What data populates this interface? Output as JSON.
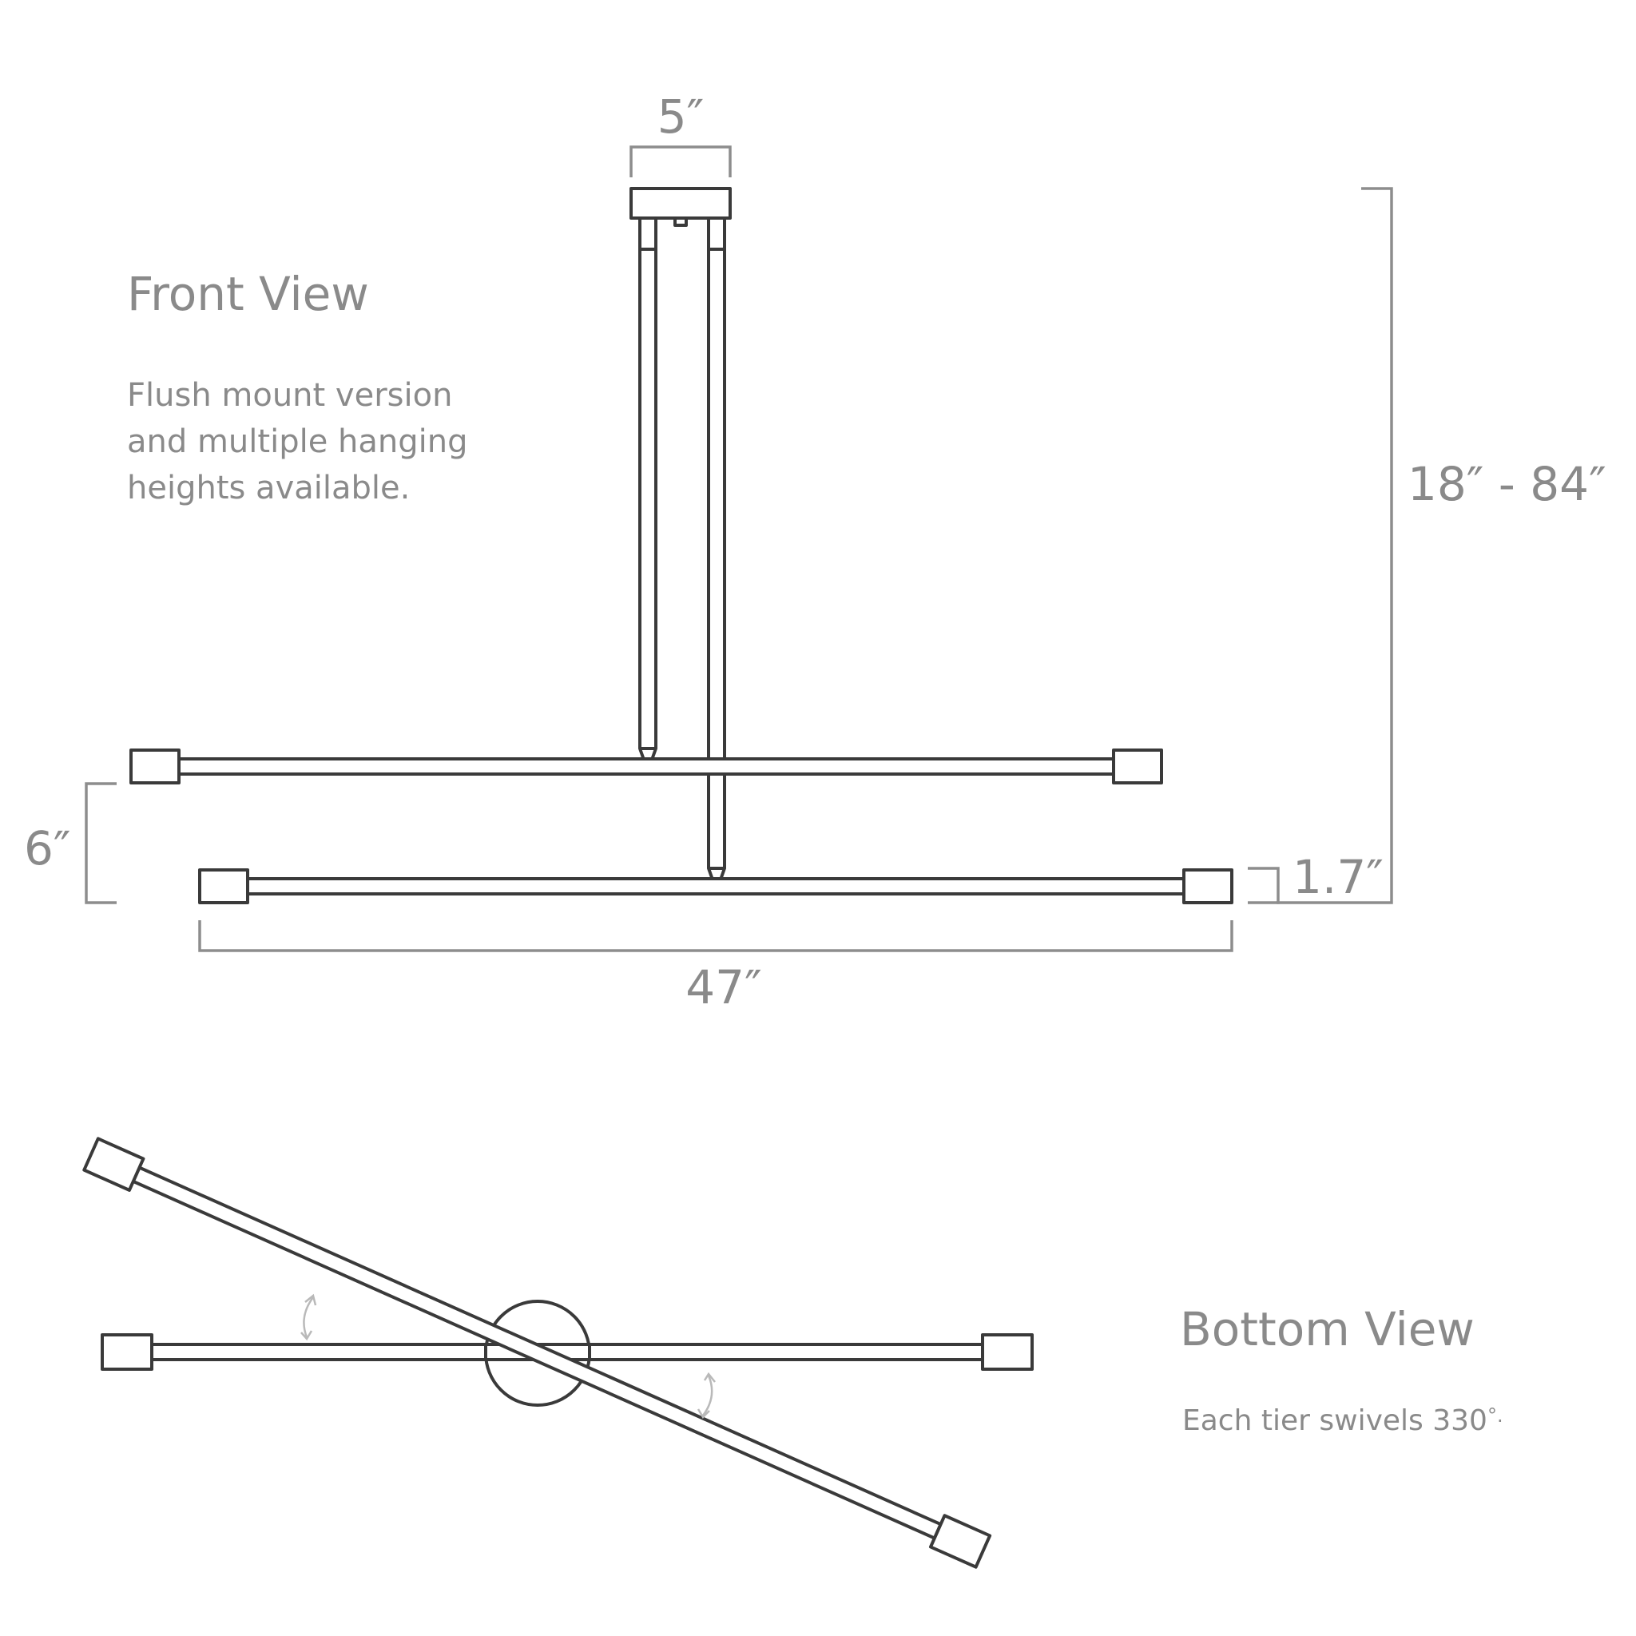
{
  "front_view": {
    "title": "Front View",
    "description": [
      "Flush mount version",
      "and multiple hanging",
      "heights available."
    ],
    "dimensions": {
      "canopy_width": "5″",
      "overall_height": "18″ - 84″",
      "tier_spacing": "6″",
      "bar_height": "1.7″",
      "overall_width": "47″"
    }
  },
  "bottom_view": {
    "title": "Bottom View",
    "note": "Each tier swivels 330",
    "note_degree": "°."
  },
  "colors": {
    "line": "#3a3a3a",
    "dimension": "#8d8d8d",
    "text": "#8a8a8a",
    "swivel_arrow": "#b9b9b9"
  }
}
